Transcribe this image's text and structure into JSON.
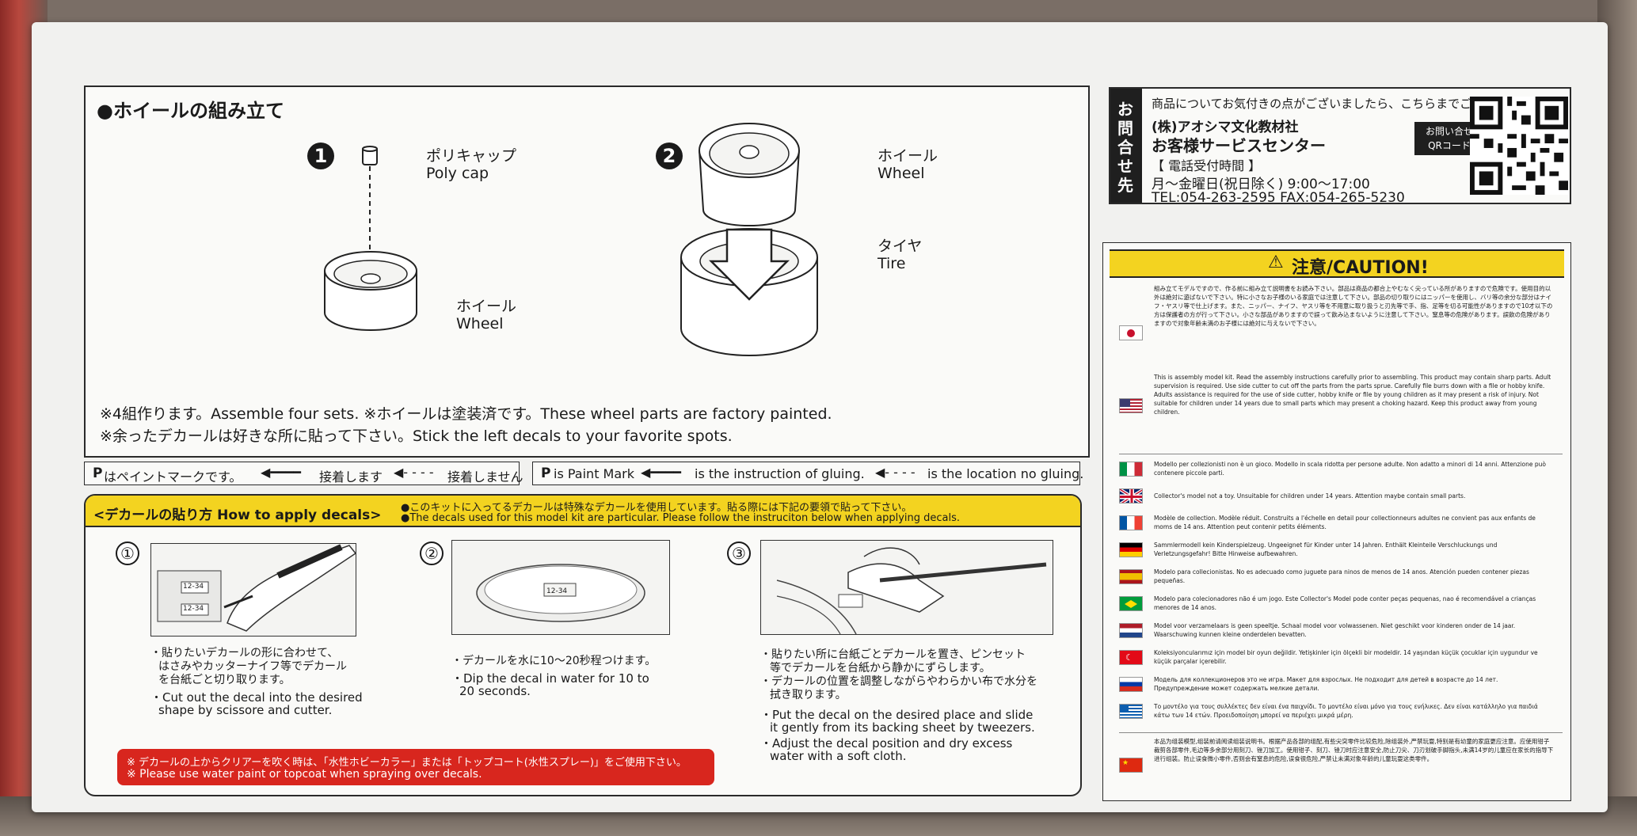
{
  "assembly": {
    "title": "●ホイールの組み立て",
    "step1": "1",
    "step2": "2",
    "polycap_jp": "ポリキャップ",
    "polycap_en": "Poly cap",
    "wheel1_jp": "ホイール",
    "wheel1_en": "Wheel",
    "wheel2_jp": "ホイール",
    "wheel2_en": "Wheel",
    "tire_jp": "タイヤ",
    "tire_en": "Tire",
    "note1": "※4組作ります。Assemble four sets.  ※ホイールは塗装済です。These wheel parts are factory painted.",
    "note2": "※余ったデカールは好きな所に貼って下さい。Stick the left decals to your favorite spots."
  },
  "legend": {
    "jp_mark": "はペイントマークです。",
    "jp_glue": "接着します",
    "jp_noglue": "接着しません",
    "en_mark": "is Paint Mark",
    "en_glue": "is the instruction of gluing.",
    "en_noglue": "is the location no gluing."
  },
  "decals": {
    "header": "<デカールの貼り方 How to apply decals>",
    "header_note_jp": "●このキットに入ってるデカールは特殊なデカールを使用しています。貼る際には下記の要領で貼って下さい。",
    "header_note_en": "●The decals used for this model kit are particular. Please follow the instruciton below when applying decals.",
    "s1_num": "①",
    "s2_num": "②",
    "s3_num": "③",
    "s1_jp_1": "・貼りたいデカールの形に合わせて、",
    "s1_jp_2": "はさみやカッターナイフ等でデカール",
    "s1_jp_3": "を台紙ごと切り取ります。",
    "s1_en_1": "・Cut out the decal into the desired",
    "s1_en_2": "shape by scissore and cutter.",
    "s2_jp_1": "・デカールを水に10～20秒程つけます。",
    "s2_en_1": "・Dip the decal in water for 10 to",
    "s2_en_2": "20 seconds.",
    "s3_jp_1": "・貼りたい所に台紙ごとデカールを置き、ピンセット",
    "s3_jp_2": "等でデカールを台紙から静かにずらします。",
    "s3_jp_3": "・デカールの位置を調整しながらやわらかい布で水分を",
    "s3_jp_4": "拭き取ります。",
    "s3_en_1": "・Put the decal on the desired place and slide",
    "s3_en_2": "it gently from its backing sheet by tweezers.",
    "s3_en_3": "・Adjust the decal position and dry excess",
    "s3_en_4": "water with a soft cloth.",
    "decal_label": "12-34",
    "warn_jp": "※ デカールの上からクリアーを吹く時は、「水性ホビーカラー」または「トップコート(水性スプレー)」をご使用下さい。",
    "warn_en": "※ Please use water paint or topcoat when spraying over decals."
  },
  "contact": {
    "side_label": "お問合せ先",
    "intro": "商品についてお気付きの点がございましたら、こちらまでご連絡下さい。",
    "company": "(株)アオシマ文化教材社",
    "center": "お客様サービスセンター",
    "hours_label": "【 電話受付時間 】",
    "hours": "月～金曜日(祝日除く) 9:00～17:00",
    "phone": "TEL:054-263-2595  FAX:054-265-5230",
    "qr_label_1": "お問い合せ",
    "qr_label_2": "QRコード"
  },
  "caution": {
    "title": "注意/CAUTION!",
    "jp": "組み立てモデルですので、作る前に組み立て説明書をお読み下さい。部品は商品の都合上やむなく尖っている所がありますので危険です。使用目的以外は絶対に遊ばないで下さい。特に小さなお子様のいる家庭では注意して下さい。部品の切り取りにはニッパーを使用し、バリ等の余分な部分はナイフ・ヤスリ等で仕上げます。また、ニッパー、ナイフ、ヤスリ等を不用意に取り扱うと刃先等で手、指、足等を切る可能性がありますので10才以下の方は保護者の方が行って下さい。小さな部品がありますので誤って飲み込まないように注意して下さい。窒息等の危険があります。誤飲の危険がありますので対象年齢未満のお子様には絶対に与えないで下さい。",
    "en": "This is assembly model kit. Read the assembly instructions carefully prior to assembling. This product may contain sharp parts. Adult supervision is required. Use side cutter to cut off the parts from the parts sprue. Carefully file burrs down with a file or hobby knife. Adults assistance is required for the use of side cutter, hobby knife or file by young children as it may present a risk of injury. Not suitable for children under 14 years due to small parts which may present a choking hazard. Keep this product away from young children.",
    "it": "Modello per collezionisti non è un gioco. Modello in scala ridotta per persone adulte. Non adatto a minori di 14 anni. Attenzione può contenere piccole parti.",
    "gb": "Collector's model not a toy. Unsuitable for children under 14 years. Attention maybe contain small parts.",
    "fr": "Modèle de collection. Modèle réduit. Construits a l'échelle en detail pour collectionneurs adultes ne convient pas aux enfants de moms de 14 ans. Attention peut contenir petits éléments.",
    "de": "Sammlermodell kein Kinderspielzeug. Ungeeignet für Kinder unter 14 Jahren. Enthält Kleinteile Verschluckungs und Verletzungsgefahr! Bitte Hinweise aufbewahren.",
    "es": "Modelo para collecionistas. No es adecuado como juguete para ninos de menos de 14 anos. Atención pueden contener piezas pequeñas.",
    "br": "Modelo para colecionadores não é um jogo. Este Collector's Model pode conter peças pequenas, nao é recomendável a crianças menores de 14 anos.",
    "nl": "Model voor verzamelaars is geen speeltje. Schaal model voor volwassenen. Niet geschikt voor kinderen onder de 14 jaar. Waarschuwing kunnen kleine onderdelen bevatten.",
    "tr": "Koleksiyoncularımız için model bir oyun değildir. Yetişkinler için ölçekli bir modeldir. 14 yaşından küçük çocuklar için uygundur ve küçük parçalar içerebilir.",
    "ru": "Модель для коллекционеров это не игра. Макет для взрослых. Не подходит для детей в возрасте до 14 лет. Предупреждение может содержать мелкие детали.",
    "gr": "Το μοντέλο για τους συλλέκτες δεν είναι ένα παιχνίδι. Το μοντέλο είναι μόνο για τους ενήλικες. Δεν είναι κατάλληλο για παιδιά κάτω των 14 ετών. Προειδοποίηση μπορεί να περιέχει μικρά μέρη.",
    "cn": "本品为组装模型,组装前请阅读组装说明书。根据产品各部的组配,有些尖突零件比较危险,除组装外,严禁玩耍,特别是有幼童的家庭更应注意。应使用钳子裁剪各部零件,毛边等多余部分用刻刀、锉刀加工。使用钳子、刻刀、锉刀时应注意安全,防止刀尖、刀刃划破手脚指头,未满14岁的儿童应在家长的指导下进行组装。防止误食微小零件,否则会有窒息的危险,误食很危险,严禁让未满对象年龄的儿童玩耍这类零件。"
  },
  "colors": {
    "yellow": "#f3d320",
    "red": "#d8261e",
    "dark": "#1f1f1f"
  }
}
